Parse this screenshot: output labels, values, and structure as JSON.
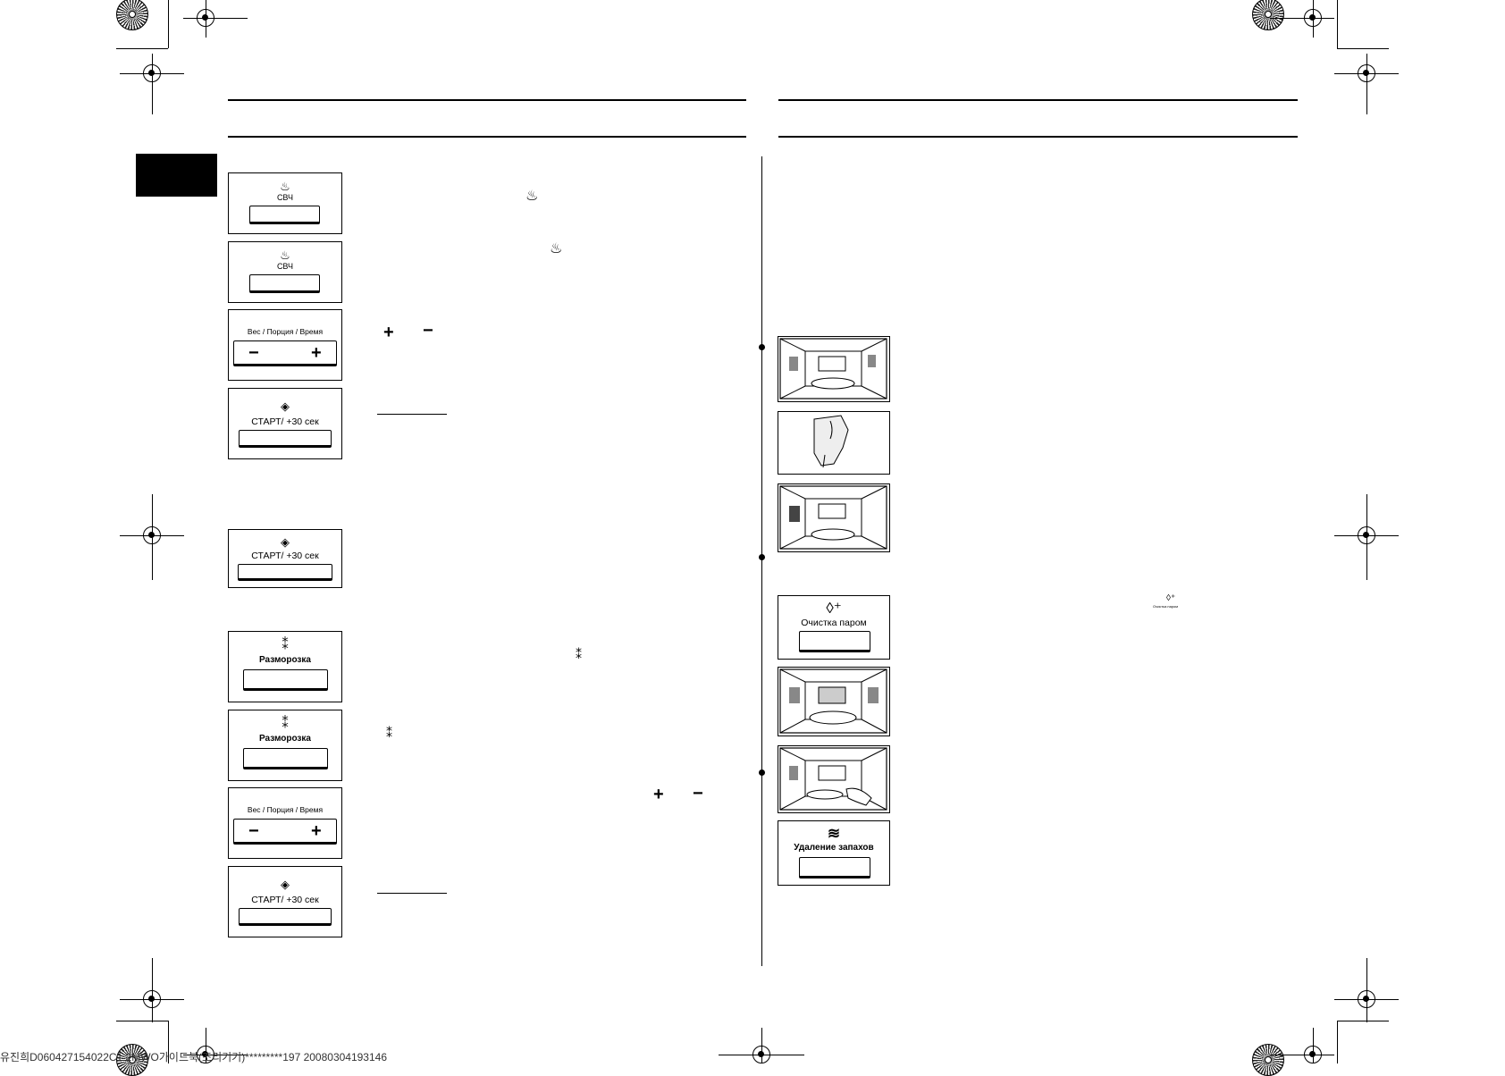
{
  "panels_left": [
    {
      "icon": "microwave-waves-icon",
      "label": "СВЧ"
    },
    {
      "icon": "microwave-waves-icon",
      "label": "СВЧ"
    },
    {
      "label": "Вес / Порция / Время",
      "minus": "−",
      "plus": "+"
    },
    {
      "icon": "start-diamond-icon",
      "label": "СТАРТ/ +30 сек"
    },
    {
      "icon": "start-diamond-icon",
      "label": "СТАРТ/ +30 сек"
    },
    {
      "icon": "defrost-snowflake-icon",
      "label": "Разморозка"
    },
    {
      "icon": "defrost-snowflake-icon",
      "label": "Разморозка"
    },
    {
      "label": "Вес / Порция / Время",
      "minus": "−",
      "plus": "+"
    },
    {
      "icon": "start-diamond-icon",
      "label": "СТАРТ/ +30 сек"
    }
  ],
  "panels_right": [
    {
      "icon": "steam-drop-icon",
      "label": "Очистка паром"
    },
    {
      "icon": "odor-removal-icon",
      "label": "Удаление запахов"
    }
  ],
  "inline": {
    "plus": "+",
    "minus": "−",
    "steam_small_label": "Очистка паром"
  },
  "footer": "유진희D060427154022C1 2MWO가이드북(조리기기)*********197 20080304193146",
  "colors": {
    "ink": "#000000",
    "paper": "#ffffff"
  }
}
